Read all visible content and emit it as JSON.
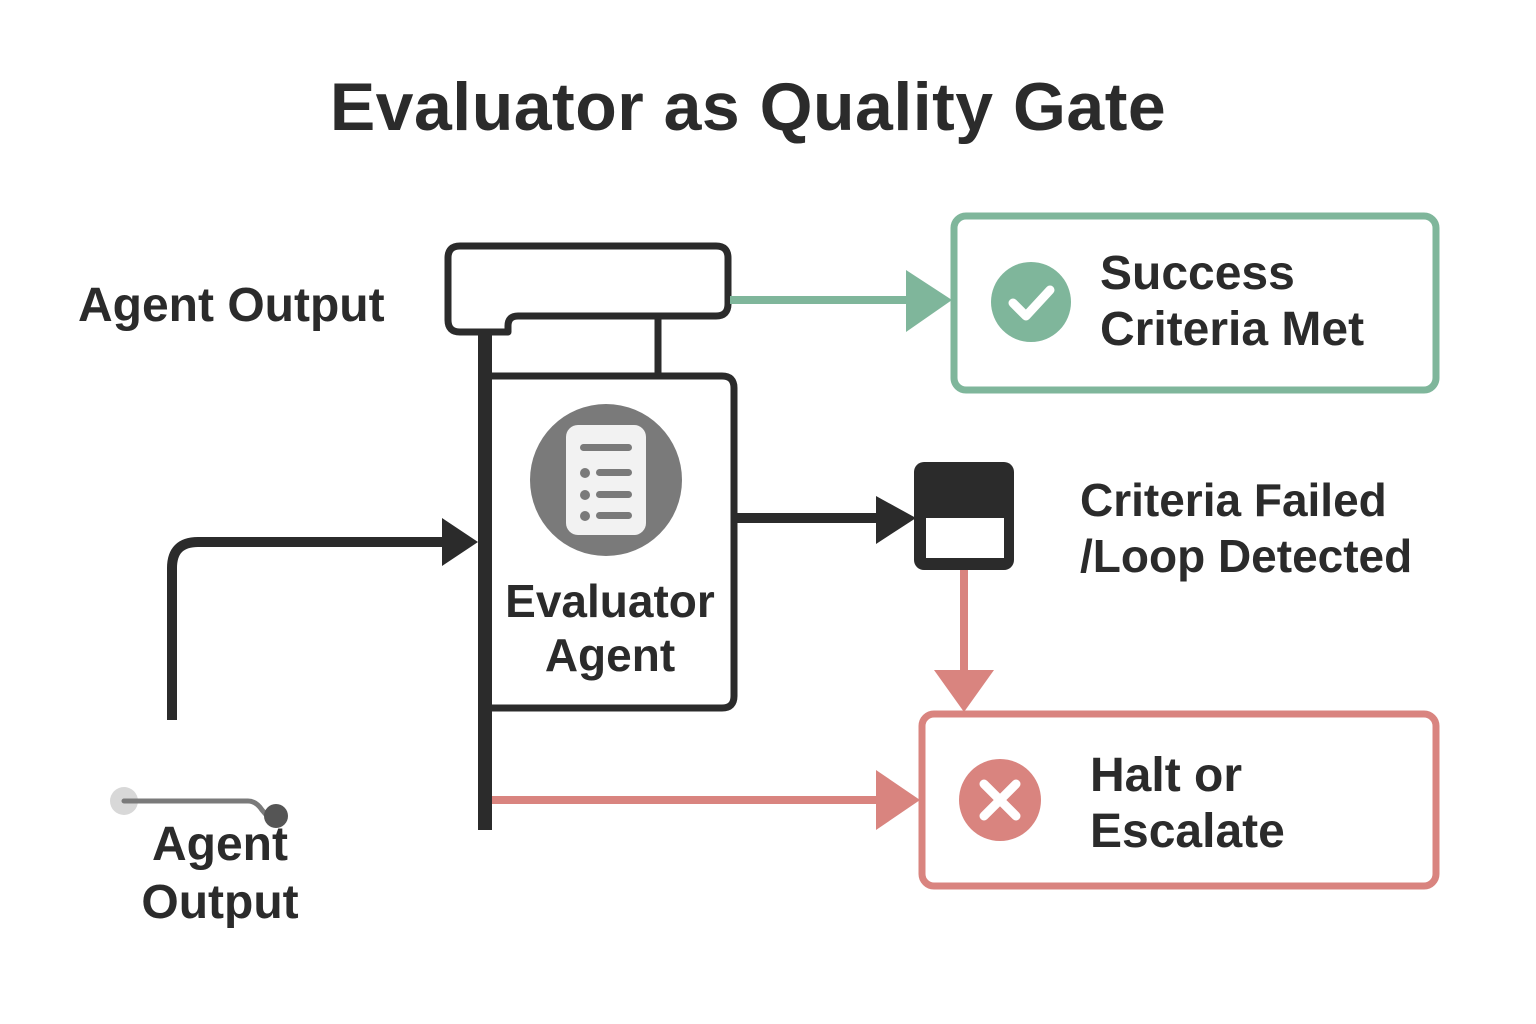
{
  "title": "Evaluator as Quality Gate",
  "nodes": {
    "agent_output_top": "Agent Output",
    "agent_output_bottom": "Agent Output",
    "evaluator": {
      "label": "Evaluator Agent",
      "icon": "checklist-icon"
    },
    "success": {
      "label": "Success Criteria Met",
      "icon": "check-circle-icon"
    },
    "failed": {
      "label": "Criteria Failed /Loop Detected",
      "icon": "gate-block-icon"
    },
    "halt": {
      "label": "Halt or Escalate",
      "icon": "x-circle-icon"
    }
  },
  "colors": {
    "ink": "#2b2b2b",
    "success": "#7fb69b",
    "failure": "#d9847f",
    "icon_gray": "#7a7a7a"
  }
}
